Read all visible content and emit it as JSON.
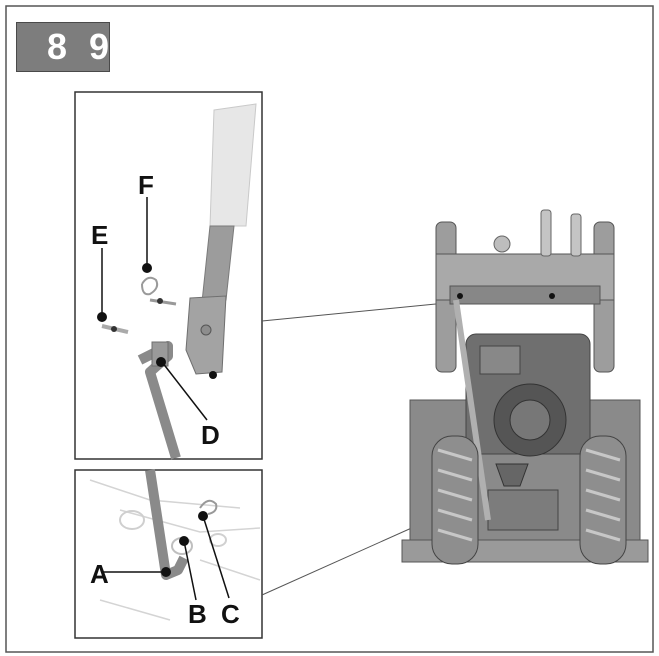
{
  "figure": {
    "number": "8 9"
  },
  "callouts": {
    "A": "A",
    "B": "B",
    "C": "C",
    "D": "D",
    "E": "E",
    "F": "F"
  },
  "colors": {
    "badge_fill": "#7d7d7d",
    "line": "#4a4a4a",
    "rod": "#8a8a8a",
    "machine": "#777777",
    "machine_light": "#b9b9b9",
    "dot": "#111111"
  }
}
